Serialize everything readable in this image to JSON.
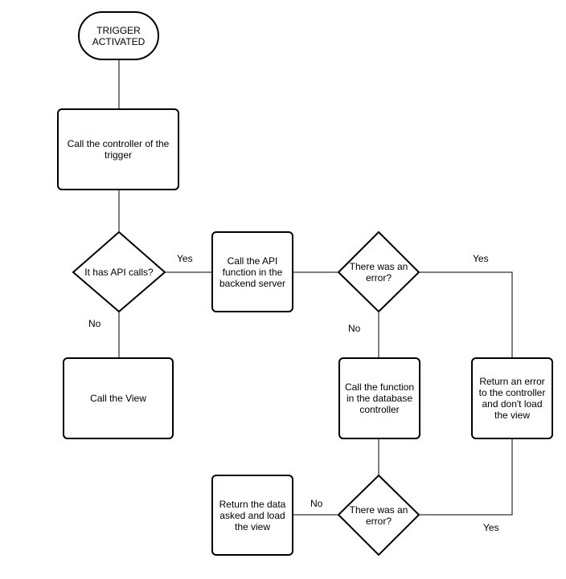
{
  "nodes": {
    "trigger": "TRIGGER ACTIVATED",
    "call_controller": "Call the controller of the trigger",
    "has_api_calls": "It has API calls?",
    "call_view": "Call the View",
    "call_api": "Call the API function in the backend server",
    "error_check_1": "There was an error?",
    "call_db_function": "Call the function in the database controller",
    "return_error": "Return an error to the controller and don't load the view",
    "error_check_2": "There was an error?",
    "return_data": "Return the data asked and load the view"
  },
  "edges": {
    "api_yes": "Yes",
    "api_no": "No",
    "error1_yes": "Yes",
    "error1_no": "No",
    "error2_no": "No",
    "error2_yes": "Yes"
  },
  "colors": {
    "stroke": "#000000",
    "fill": "#ffffff",
    "text": "#000000"
  }
}
